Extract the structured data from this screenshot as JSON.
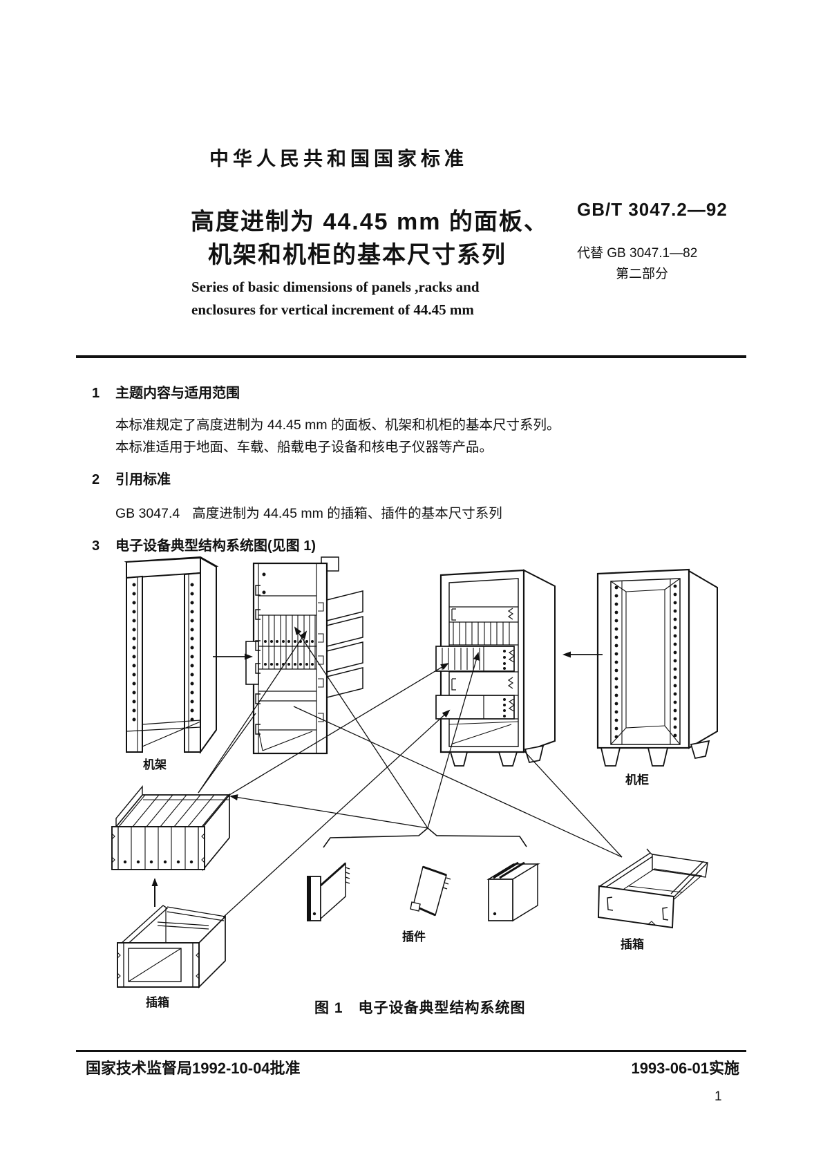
{
  "header": {
    "national_standard": "中华人民共和国国家标准",
    "title_line1": "高度进制为 44.45 mm 的面板、",
    "title_line2": "机架和机柜的基本尺寸系列",
    "title_en_line1": "Series of basic dimensions of panels ,racks and",
    "title_en_line2": "enclosures for vertical increment of 44.45 mm",
    "standard_number": "GB/T 3047.2—92",
    "replaces": "代替 GB 3047.1—82",
    "part": "第二部分"
  },
  "sections": {
    "s1_no": "1",
    "s1_title": "主题内容与适用范围",
    "s1_p1": "本标准规定了高度进制为 44.45 mm 的面板、机架和机柜的基本尺寸系列。",
    "s1_p2": "本标准适用于地面、车载、船载电子设备和核电子仪器等产品。",
    "s2_no": "2",
    "s2_title": "引用标准",
    "s2_ref_code": "GB 3047.4",
    "s2_ref_title": "高度进制为 44.45 mm 的插箱、插件的基本尺寸系列",
    "s3_no": "3",
    "s3_title": "电子设备典型结构系统图(见图 1)"
  },
  "figure": {
    "caption": "图 1　电子设备典型结构系统图",
    "labels": {
      "rack": "机架",
      "cabinet": "机柜",
      "plugin": "插件",
      "subrack_left": "插箱",
      "subrack_right": "插箱"
    }
  },
  "footer": {
    "approved": "国家技术监督局1992-10-04批准",
    "implemented": "1993-06-01实施",
    "page_number": "1"
  }
}
